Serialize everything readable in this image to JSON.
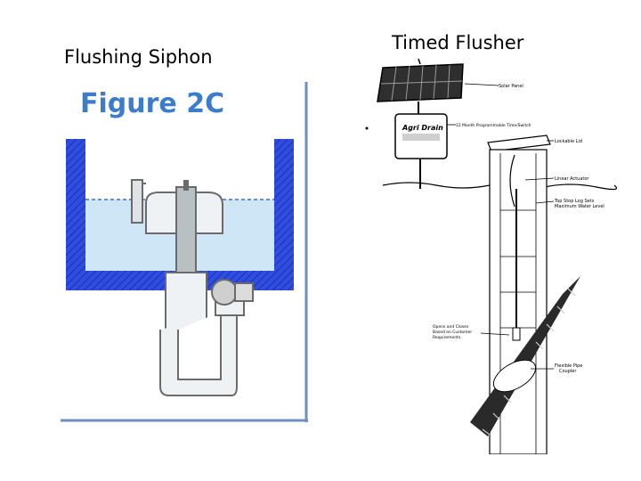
{
  "slide": {
    "left_title": "Flushing Siphon",
    "right_title": "Timed Flusher"
  },
  "siphon_figure": {
    "caption": "Figure 2C",
    "tank_color": "#2b44d8",
    "water_color": "#cfe6f6"
  },
  "flusher_figure": {
    "labels": {
      "solar_panel": "Solar Panel",
      "timer": "12 Month Programmable Time/Switch",
      "brand": "Agri Drain",
      "lid": "Lockable Lid",
      "actuator": "Linear Actuator",
      "top_stop_1": "Top Stop Log Sets",
      "top_stop_2": "Maximum Water Level",
      "opens_1": "Opens and Closes",
      "opens_2": "Based on Customer",
      "opens_3": "Requirements",
      "coupler_1": "Flexible Pipe",
      "coupler_2": "Coupler"
    }
  }
}
